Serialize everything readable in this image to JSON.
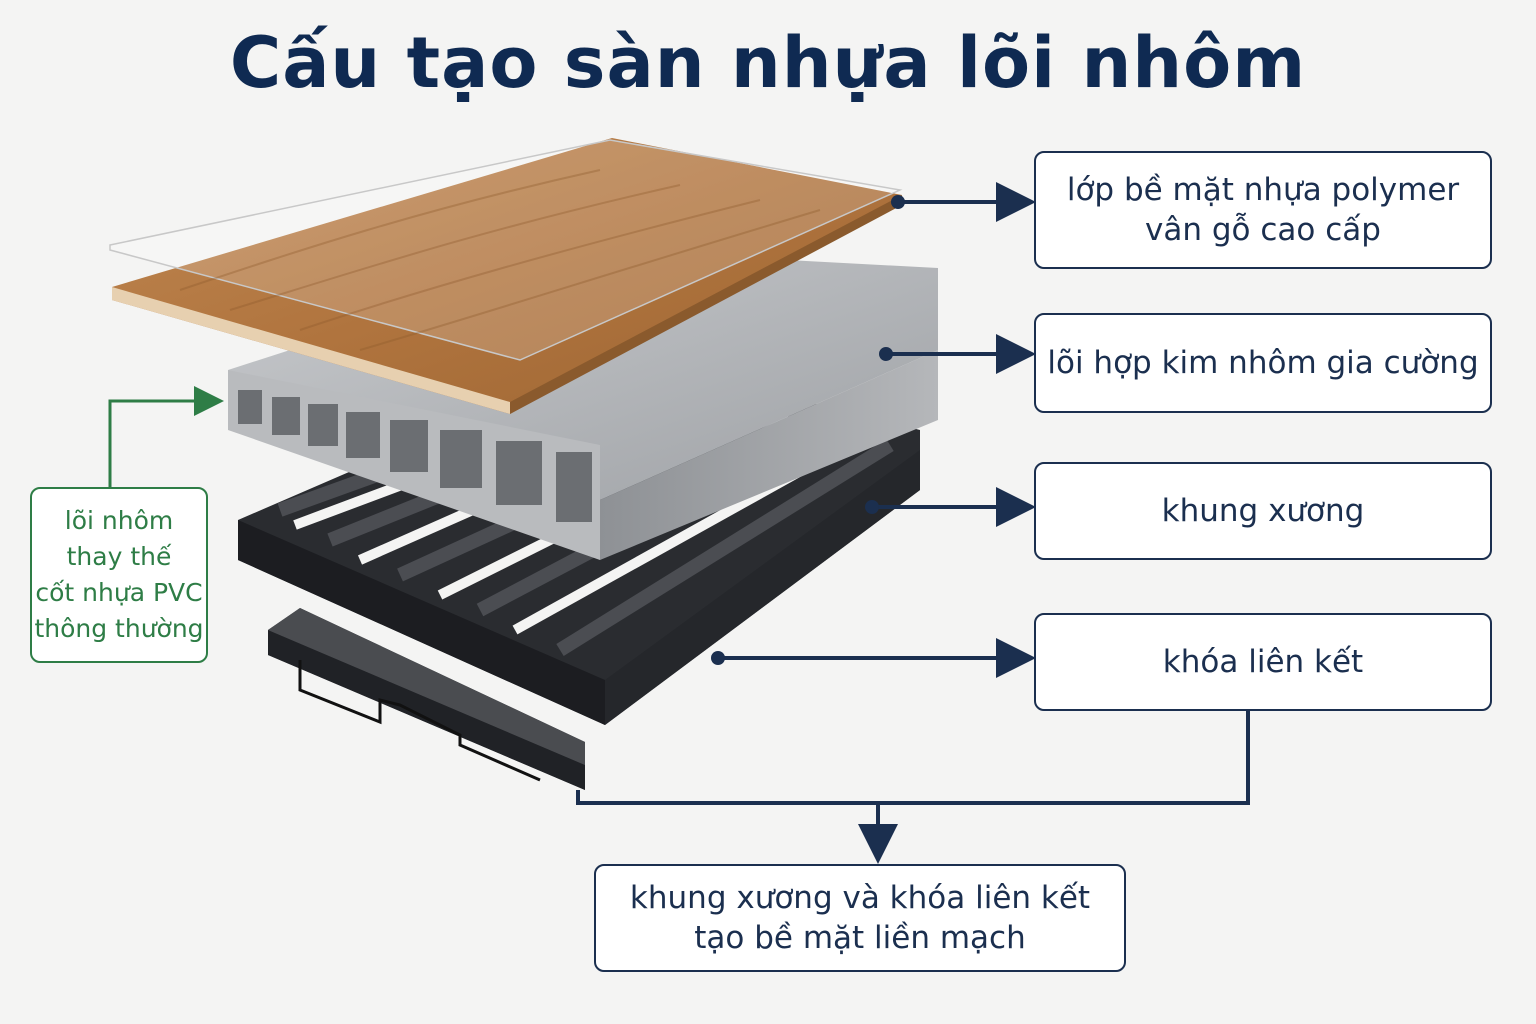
{
  "title": "Cấu tạo sàn nhựa lõi nhôm",
  "labels": {
    "surface": [
      "lớp bề mặt nhựa polymer",
      "vân gỗ cao cấp"
    ],
    "core": [
      "lõi hợp kim nhôm gia cường"
    ],
    "frame": [
      "khung xương"
    ],
    "lock": [
      "khóa liên kết"
    ],
    "combined": [
      "khung xương và khóa liên kết",
      "tạo bề mặt liền mạch"
    ],
    "side_note": [
      "lõi nhôm",
      "thay thế",
      "cốt nhựa PVC",
      "thông thường"
    ]
  },
  "colors": {
    "title": "#0f2a52",
    "connector": "#1b2f4f",
    "side_note": "#2e7d46",
    "wood": "#b27a45",
    "aluminum": "#a9abae",
    "frame": "#2a2c30"
  }
}
